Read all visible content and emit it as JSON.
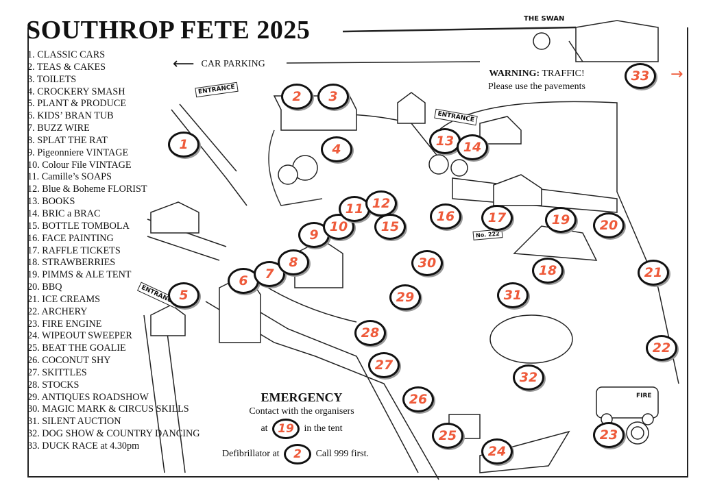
{
  "title": "SOUTHROP FETE 2025",
  "legend": [
    "1. CLASSIC CARS",
    "2. TEAS & CAKES",
    "3. TOILETS",
    "4. CROCKERY SMASH",
    "5. PLANT & PRODUCE",
    "6. KIDS’ BRAN TUB",
    "7. BUZZ WIRE",
    "8. SPLAT THE RAT",
    "9. Pigeonniere VINTAGE",
    "10. Colour File VINTAGE",
    "11. Camille’s SOAPS",
    "12. Blue & Boheme FLORIST",
    "13. BOOKS",
    "14. BRIC a BRAC",
    "15. BOTTLE TOMBOLA",
    "16. FACE PAINTING",
    "17. RAFFLE TICKETS",
    "18. STRAWBERRIES",
    "19. PIMMS & ALE TENT",
    "20. BBQ",
    "21. ICE CREAMS",
    "22. ARCHERY",
    "23. FIRE ENGINE",
    "24. WIPEOUT SWEEPER",
    "25. BEAT THE GOALIE",
    "26. COCONUT SHY",
    "27. SKITTLES",
    "28. STOCKS",
    "29. ANTIQUES ROADSHOW",
    "30. MAGIC MARK & CIRCUS SKILLS",
    "31. SILENT AUCTION",
    "32. DOG SHOW & COUNTRY DANCING",
    "33. DUCK RACE at 4.30pm"
  ],
  "car_parking": "CAR PARKING",
  "swan_label": "THE SWAN",
  "entrance_label": "ENTRANCE",
  "fire_label": "FIRE",
  "raffle_ticket_label": "No. 222",
  "warning": {
    "bold": "WARNING:",
    "text": " TRAFFIC!",
    "line2": "Please use the pavements"
  },
  "markers": [
    "1",
    "2",
    "3",
    "4",
    "5",
    "6",
    "7",
    "8",
    "9",
    "10",
    "11",
    "12",
    "13",
    "14",
    "15",
    "16",
    "17",
    "18",
    "19",
    "20",
    "21",
    "22",
    "23",
    "24",
    "25",
    "26",
    "27",
    "28",
    "29",
    "30",
    "31",
    "32",
    "33"
  ],
  "emergency": {
    "heading": "EMERGENCY",
    "line1": "Contact with the organisers",
    "at": "at",
    "tent_marker": "19",
    "in_tent": "in the tent",
    "defib": "Defibrillator at",
    "defib_marker": "2",
    "call": "Call 999 first."
  },
  "colors": {
    "marker_number": "#ee5a3a",
    "ink": "#111111",
    "shadow": "#c8c8c8"
  }
}
